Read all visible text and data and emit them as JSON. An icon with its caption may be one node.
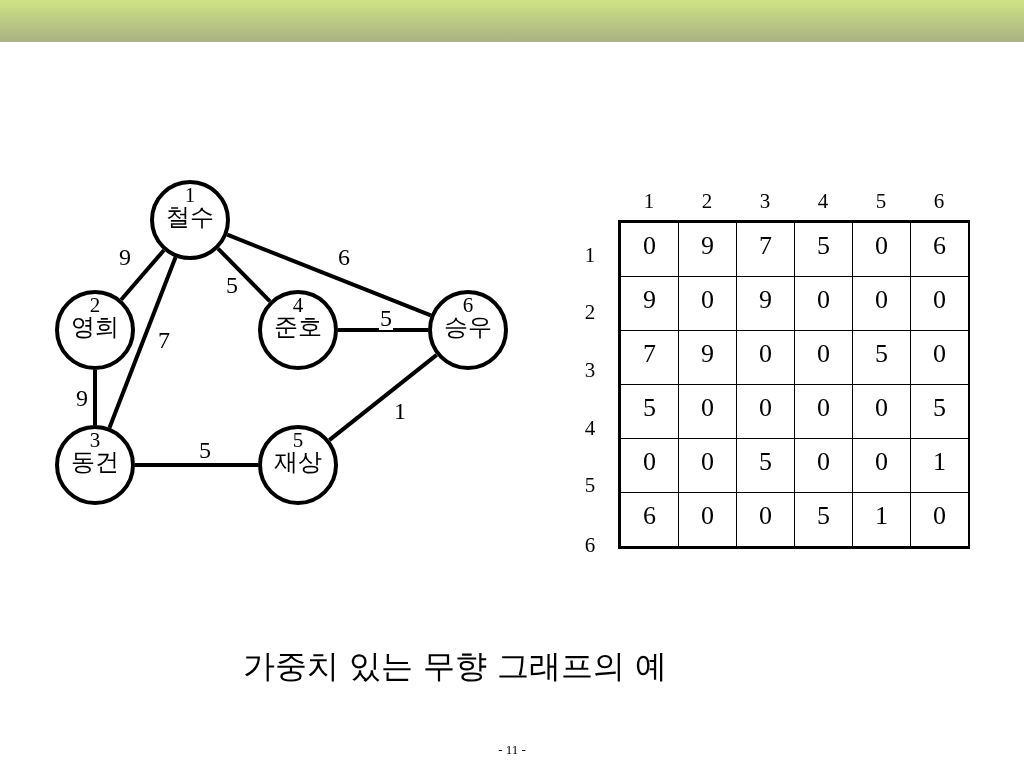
{
  "diagram": {
    "caption": "가중치 있는 무향 그래프의 예",
    "nodes": [
      {
        "text": [
          "1",
          "철수"
        ]
      },
      {
        "text": [
          "2",
          "영희"
        ]
      },
      {
        "text": [
          "3",
          "동건"
        ]
      },
      {
        "text": [
          "4",
          "준호"
        ]
      },
      {
        "text": [
          "5",
          "재상"
        ]
      },
      {
        "text": [
          "6",
          "승우"
        ]
      }
    ],
    "edges": [
      {
        "from": 0,
        "to": 1,
        "arrow": "none",
        "label": "9"
      },
      {
        "from": 0,
        "to": 2,
        "arrow": "none",
        "label": "7"
      },
      {
        "from": 0,
        "to": 3,
        "arrow": "none",
        "label": "5"
      },
      {
        "from": 0,
        "to": 5,
        "arrow": "none",
        "label": "6"
      },
      {
        "from": 3,
        "to": 5,
        "arrow": "none",
        "label": "5"
      },
      {
        "from": 1,
        "to": 2,
        "arrow": "none",
        "label": "9"
      },
      {
        "from": 2,
        "to": 4,
        "arrow": "none",
        "label": "5"
      },
      {
        "from": 4,
        "to": 5,
        "arrow": "none",
        "label": "1"
      }
    ],
    "labels": [
      "1",
      "2",
      "3",
      "4",
      "5",
      "6",
      "1",
      "2",
      "3",
      "4",
      "5",
      "6",
      "0",
      "9",
      "7",
      "5",
      "0",
      "6",
      "9",
      "0",
      "9",
      "0",
      "0",
      "0",
      "7",
      "9",
      "0",
      "0",
      "5",
      "0",
      "5",
      "0",
      "0",
      "0",
      "0",
      "5",
      "0",
      "0",
      "5",
      "0",
      "0",
      "1",
      "6",
      "0",
      "0",
      "5",
      "1",
      "0",
      "- 11 -"
    ]
  }
}
